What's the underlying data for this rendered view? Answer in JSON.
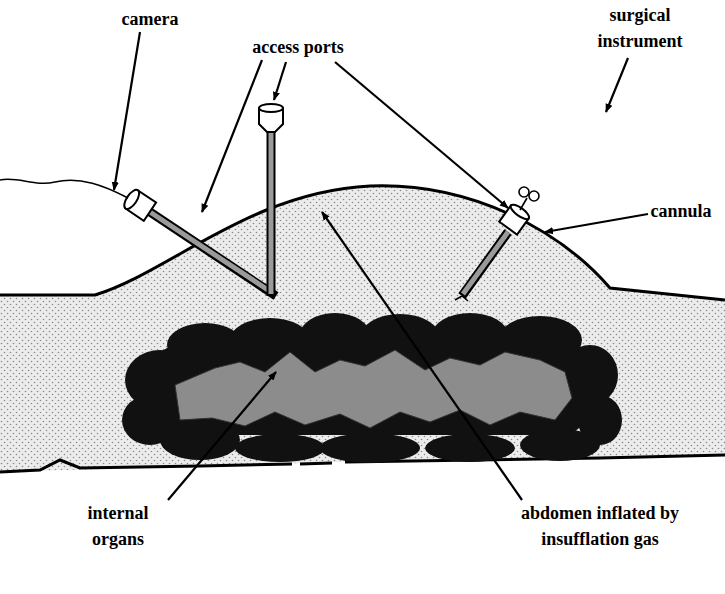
{
  "diagram": {
    "labels": [
      "camera",
      "access ports",
      "surgical instrument",
      "cannula",
      "internal organs",
      "abdomen inflated by insufflation gas"
    ]
  }
}
